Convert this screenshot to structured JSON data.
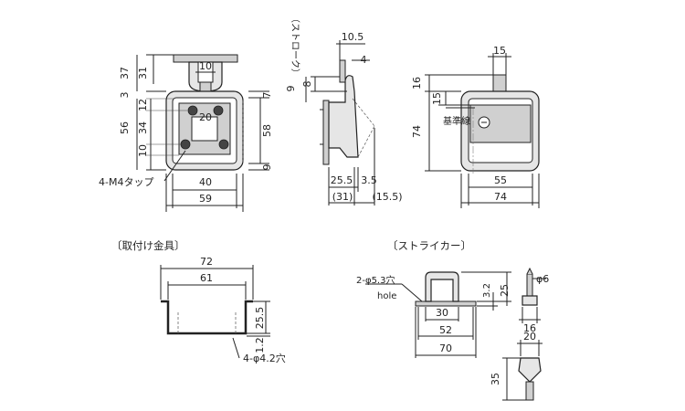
{
  "front_view": {
    "dims": {
      "top37": "37",
      "top31": "31",
      "w10": "10",
      "left3": "3",
      "left12": "12",
      "left56": "56",
      "left34": "34",
      "left10": "10",
      "c20": "20",
      "r7": "7",
      "r58": "58",
      "r9": "9",
      "b40": "40",
      "b59": "59"
    },
    "tap_label": "4-M4タップ"
  },
  "side_view": {
    "dims": {
      "d105": "10.5",
      "d4": "4",
      "d9": "9",
      "d8": "8",
      "d255": "25.5",
      "d35": "3.5",
      "d31": "(31)",
      "d155": "(15.5)"
    },
    "stroke_label": "（ストローク）"
  },
  "rear_view": {
    "dims": {
      "r15": "15",
      "r16": "16",
      "r15b": "15",
      "r74v": "74",
      "r55": "55",
      "r74h": "74"
    },
    "datum_label": "基準線"
  },
  "bracket": {
    "title": "〔取付け金具〕",
    "dims": {
      "b72": "72",
      "b61": "61",
      "b255": "25.5",
      "b12": "1.2"
    },
    "hole_label": "4-φ4.2穴"
  },
  "striker": {
    "title": "〔ストライカー〕",
    "dims": {
      "s32": "3.2",
      "s25": "25",
      "s30": "30",
      "s52": "52",
      "s70": "70",
      "s6": "φ6",
      "s16": "16",
      "s20": "20",
      "s35": "35"
    },
    "hole_label": "2-φ5.3穴",
    "hole_en": "hole"
  }
}
